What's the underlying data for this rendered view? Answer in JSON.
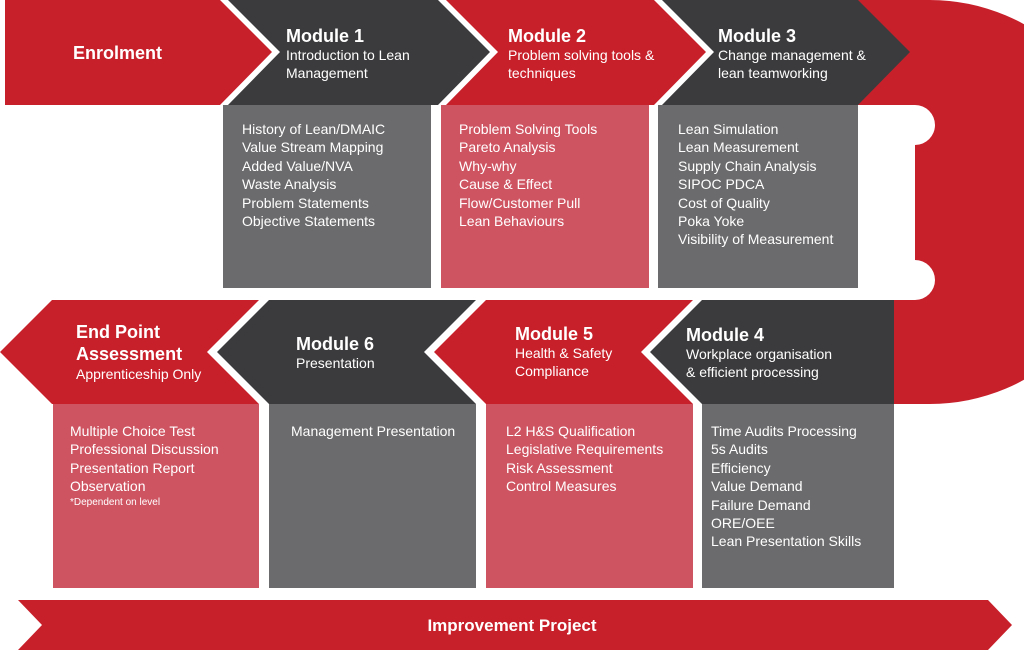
{
  "colors": {
    "red": "#c8202b",
    "dark": "#3b3b3d",
    "gray": "#6b6b6d",
    "pink": "#cf5462",
    "white": "#ffffff"
  },
  "enrolment": {
    "label": "Enrolment"
  },
  "modules": [
    {
      "title": "Module 1",
      "subtitle": [
        "Introduction to Lean",
        "Management"
      ],
      "items": [
        "History of Lean/DMAIC",
        "Value Stream Mapping",
        "Added Value/NVA",
        "Waste Analysis",
        "Problem Statements",
        "Objective Statements"
      ]
    },
    {
      "title": "Module 2",
      "subtitle": [
        "Problem solving tools &",
        "techniques"
      ],
      "items": [
        "Problem Solving Tools",
        "Pareto Analysis",
        "Why-why",
        "Cause & Effect",
        "Flow/Customer Pull",
        "Lean Behaviours"
      ]
    },
    {
      "title": "Module 3",
      "subtitle": [
        "Change management &",
        "lean teamworking"
      ],
      "items": [
        "Lean Simulation",
        "Lean Measurement",
        "Supply Chain Analysis",
        "SIPOC PDCA",
        "Cost of Quality",
        "Poka Yoke",
        "Visibility of Measurement"
      ]
    },
    {
      "title": "Module 4",
      "subtitle": [
        "Workplace organisation",
        "& efficient processing"
      ],
      "items": [
        "Time Audits Processing",
        "5s Audits",
        "Efficiency",
        "Value Demand",
        "Failure Demand",
        "ORE/OEE",
        "Lean Presentation Skills"
      ]
    },
    {
      "title": "Module 5",
      "subtitle": [
        "Health & Safety",
        "Compliance"
      ],
      "items": [
        "L2 H&S Qualification",
        "Legislative Requirements",
        "Risk Assessment",
        "Control Measures"
      ]
    },
    {
      "title": "Module 6",
      "subtitle": [
        "Presentation"
      ],
      "items": [
        "Management Presentation"
      ]
    }
  ],
  "end_point": {
    "title": [
      "End Point",
      "Assessment"
    ],
    "subtitle": "Apprenticeship Only",
    "items": [
      "Multiple Choice Test",
      "Professional Discussion",
      "Presentation Report",
      "Observation"
    ],
    "note": "*Dependent on level"
  },
  "improvement_project": {
    "label": "Improvement Project"
  }
}
